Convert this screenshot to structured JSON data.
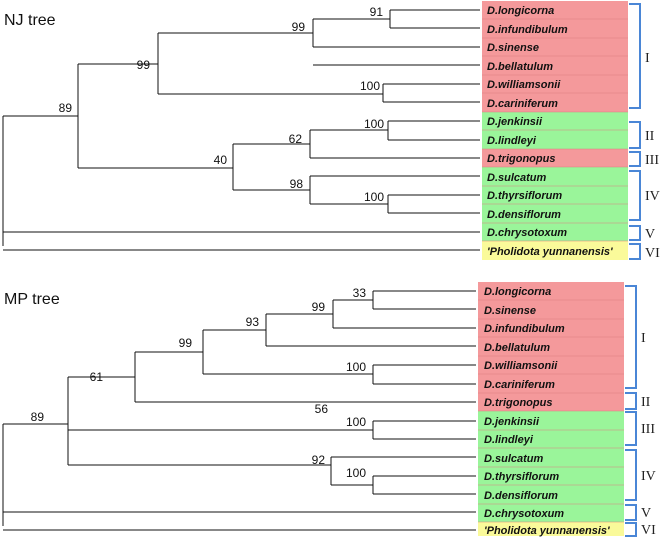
{
  "colors": {
    "red": "#f4999b",
    "green": "#9af59a",
    "yellow": "#fafa9a",
    "brace": "#4a86d6"
  },
  "nj": {
    "title": "NJ tree",
    "taxa": [
      {
        "name": "D.longicorna",
        "color": "red"
      },
      {
        "name": "D.infundibulum",
        "color": "red"
      },
      {
        "name": "D.sinense",
        "color": "red"
      },
      {
        "name": "D.bellatulum",
        "color": "red"
      },
      {
        "name": "D.williamsonii",
        "color": "red"
      },
      {
        "name": "D.cariniferum",
        "color": "red"
      },
      {
        "name": "D.jenkinsii",
        "color": "green"
      },
      {
        "name": "D.lindleyi",
        "color": "green"
      },
      {
        "name": "D.trigonopus",
        "color": "red"
      },
      {
        "name": "D.sulcatum",
        "color": "green"
      },
      {
        "name": "D.thyrsiflorum",
        "color": "green"
      },
      {
        "name": "D.densiflorum",
        "color": "green"
      },
      {
        "name": "D.chrysotoxum",
        "color": "green"
      },
      {
        "name": "'Pholidota yunnanensis'",
        "color": "yellow"
      }
    ],
    "bootstrap": [
      "91",
      "99",
      "99",
      "100",
      "89",
      "100",
      "62",
      "40",
      "98",
      "100"
    ],
    "clades": [
      "I",
      "II",
      "III",
      "IV",
      "V",
      "VI"
    ]
  },
  "mp": {
    "title": "MP tree",
    "taxa": [
      {
        "name": "D.longicorna",
        "color": "red"
      },
      {
        "name": "D.sinense",
        "color": "red"
      },
      {
        "name": "D.infundibulum",
        "color": "red"
      },
      {
        "name": "D.bellatulum",
        "color": "red"
      },
      {
        "name": "D.williamsonii",
        "color": "red"
      },
      {
        "name": "D.cariniferum",
        "color": "red"
      },
      {
        "name": "D.trigonopus",
        "color": "red"
      },
      {
        "name": "D.jenkinsii",
        "color": "green"
      },
      {
        "name": "D.lindleyi",
        "color": "green"
      },
      {
        "name": "D.sulcatum",
        "color": "green"
      },
      {
        "name": "D.thyrsiflorum",
        "color": "green"
      },
      {
        "name": "D.densiflorum",
        "color": "green"
      },
      {
        "name": "D.chrysotoxum",
        "color": "green"
      },
      {
        "name": "'Pholidota yunnanensis'",
        "color": "yellow"
      }
    ],
    "bootstrap": [
      "33",
      "99",
      "93",
      "99",
      "100",
      "61",
      "56",
      "100",
      "92",
      "100",
      "89"
    ],
    "clades": [
      "I",
      "II",
      "III",
      "IV",
      "V",
      "VI"
    ]
  }
}
